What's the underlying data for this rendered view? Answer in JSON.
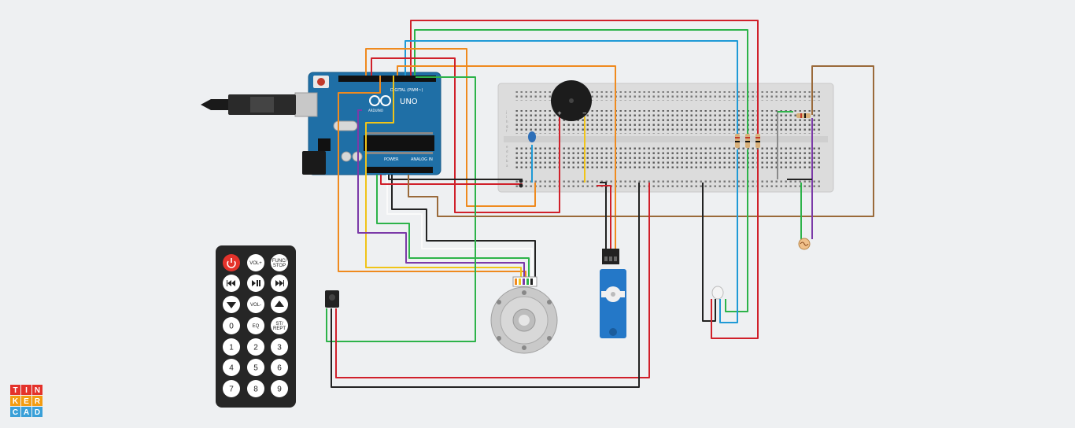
{
  "arduino": {
    "brand": "UNO",
    "digital_label": "DIGITAL (PWM~)",
    "power_label": "POWER",
    "analog_label": "ANALOG IN",
    "logo_text": "ARDUINO"
  },
  "remote": {
    "buttons": [
      {
        "label": "",
        "icon": "power-icon"
      },
      {
        "label": "VOL+"
      },
      {
        "label": "FUNC/ STOP"
      },
      {
        "label": "",
        "icon": "previous-track-icon"
      },
      {
        "label": "",
        "icon": "play-pause-icon"
      },
      {
        "label": "",
        "icon": "next-track-icon"
      },
      {
        "label": "",
        "icon": "down-arrow-icon"
      },
      {
        "label": "VOL-"
      },
      {
        "label": "",
        "icon": "up-arrow-icon"
      },
      {
        "label": "0"
      },
      {
        "label": "EQ"
      },
      {
        "label": "ST/ REPT"
      },
      {
        "label": "1"
      },
      {
        "label": "2"
      },
      {
        "label": "3"
      },
      {
        "label": "4"
      },
      {
        "label": "5"
      },
      {
        "label": "6"
      },
      {
        "label": "7"
      },
      {
        "label": "8"
      },
      {
        "label": "9"
      }
    ]
  },
  "tinkercad_logo": [
    "T",
    "I",
    "N",
    "K",
    "E",
    "R",
    "C",
    "A",
    "D"
  ],
  "colors": {
    "background": "#eef0f2",
    "arduino_board": "#1f6fa6",
    "breadboard": "#dcdcdc",
    "wire_red": "#d0202a",
    "wire_green": "#2db34a",
    "wire_blue": "#1f9ad6",
    "wire_orange": "#ef8a1e",
    "wire_yellow": "#f0c419",
    "wire_purple": "#7b3aa8",
    "wire_black": "#222222",
    "wire_brown": "#9a6a3a",
    "wire_gray": "#8a8a8a",
    "remote_body": "#262626",
    "power_button": "#e4322b",
    "servo": "#2478c8"
  }
}
